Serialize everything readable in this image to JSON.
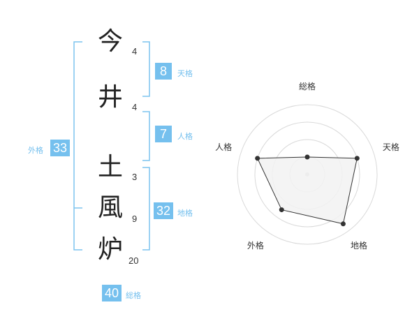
{
  "name": {
    "chars": [
      {
        "char": "今",
        "strokes": "4"
      },
      {
        "char": "井",
        "strokes": "4"
      },
      {
        "char": "土",
        "strokes": "3"
      },
      {
        "char": "風",
        "strokes": "9"
      },
      {
        "char": "炉",
        "strokes": "20"
      }
    ]
  },
  "fortune": {
    "tenkaku": {
      "value": "8",
      "label": "天格"
    },
    "jinkaku": {
      "value": "7",
      "label": "人格"
    },
    "chikaku": {
      "value": "32",
      "label": "地格"
    },
    "gaikaku": {
      "value": "33",
      "label": "外格"
    },
    "soukaku": {
      "value": "40",
      "label": "総格"
    }
  },
  "radar": {
    "axes": [
      "総格",
      "天格",
      "地格",
      "外格",
      "人格"
    ],
    "levels": 4,
    "values": [
      1.0,
      3.0,
      3.5,
      2.5,
      3.0
    ],
    "max": 4
  },
  "colors": {
    "accent": "#75c0ee",
    "bracket": "#7cc4ef",
    "grid": "#d9d9d9",
    "fill": "#f2f2f2",
    "line": "#333333"
  }
}
